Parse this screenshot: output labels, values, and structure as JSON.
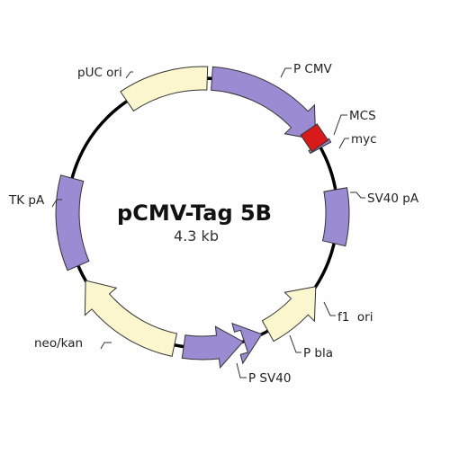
{
  "plasmid": {
    "name": "pCMV-Tag 5B",
    "size": "4.3 kb"
  },
  "colors": {
    "purple": "#9b8bd3",
    "cream": "#fbf6cd",
    "red": "#d91a1a",
    "backbone": "#000000"
  },
  "features": [
    {
      "id": "p-cmv",
      "label": "P CMV",
      "type": "promoter",
      "color": "purple",
      "direction": "clockwise",
      "arrow": true
    },
    {
      "id": "mcs",
      "label": "MCS",
      "type": "cloning-site",
      "color": "red",
      "arrow": false
    },
    {
      "id": "myc",
      "label": "myc",
      "type": "tag",
      "color": "purple",
      "arrow": false
    },
    {
      "id": "sv40-pa",
      "label": "SV40 pA",
      "type": "terminator",
      "color": "purple",
      "arrow": false
    },
    {
      "id": "f1-ori",
      "label": "f1  ori",
      "type": "origin",
      "color": "cream",
      "direction": "counterclockwise",
      "arrow": true
    },
    {
      "id": "p-bla",
      "label": "P bla",
      "type": "promoter",
      "color": "purple",
      "direction": "counterclockwise",
      "arrow": true
    },
    {
      "id": "p-sv40",
      "label": "P SV40",
      "type": "promoter",
      "color": "purple",
      "direction": "counterclockwise",
      "arrow": true
    },
    {
      "id": "neo-kan",
      "label": "neo/kan",
      "type": "resistance",
      "color": "cream",
      "direction": "counterclockwise",
      "arrow": true
    },
    {
      "id": "tk-pa",
      "label": "TK pA",
      "type": "terminator",
      "color": "purple",
      "arrow": false
    },
    {
      "id": "puc-ori",
      "label": "pUC ori",
      "type": "origin",
      "color": "cream",
      "arrow": false
    }
  ]
}
